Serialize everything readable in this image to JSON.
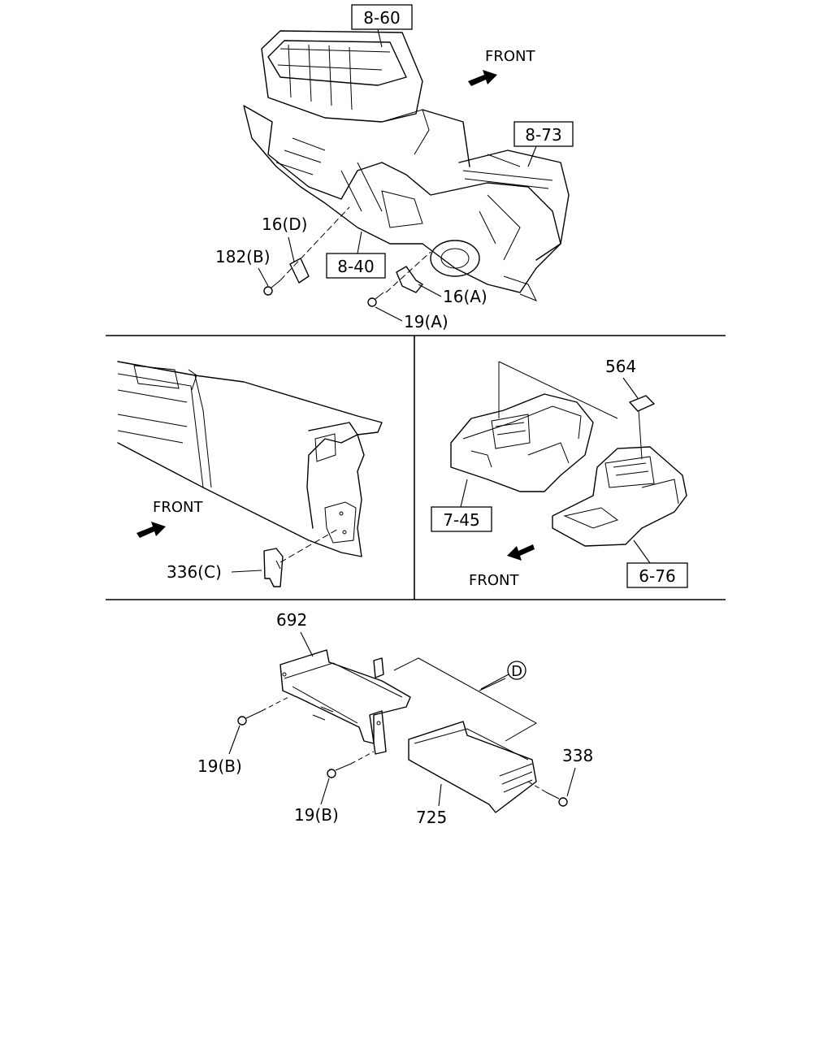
{
  "callouts": {
    "top_8_60": "8-60",
    "top_8_73": "8-73",
    "top_8_40": "8-40",
    "top_16d": "16(D)",
    "top_182b": "182(B)",
    "top_16a": "16(A)",
    "top_19a": "19(A)",
    "mid_336c": "336(C)",
    "mid_564": "564",
    "mid_7_45": "7-45",
    "mid_6_76": "6-76",
    "bot_692": "692",
    "bot_d": "D",
    "bot_338": "338",
    "bot_19b_1": "19(B)",
    "bot_19b_2": "19(B)",
    "bot_725": "725"
  },
  "front_labels": {
    "top": "FRONT",
    "middle_left": "FRONT",
    "middle_right": "FRONT"
  },
  "icons": [
    "front-arrow-icon",
    "screw-icon",
    "bracket-icon"
  ]
}
